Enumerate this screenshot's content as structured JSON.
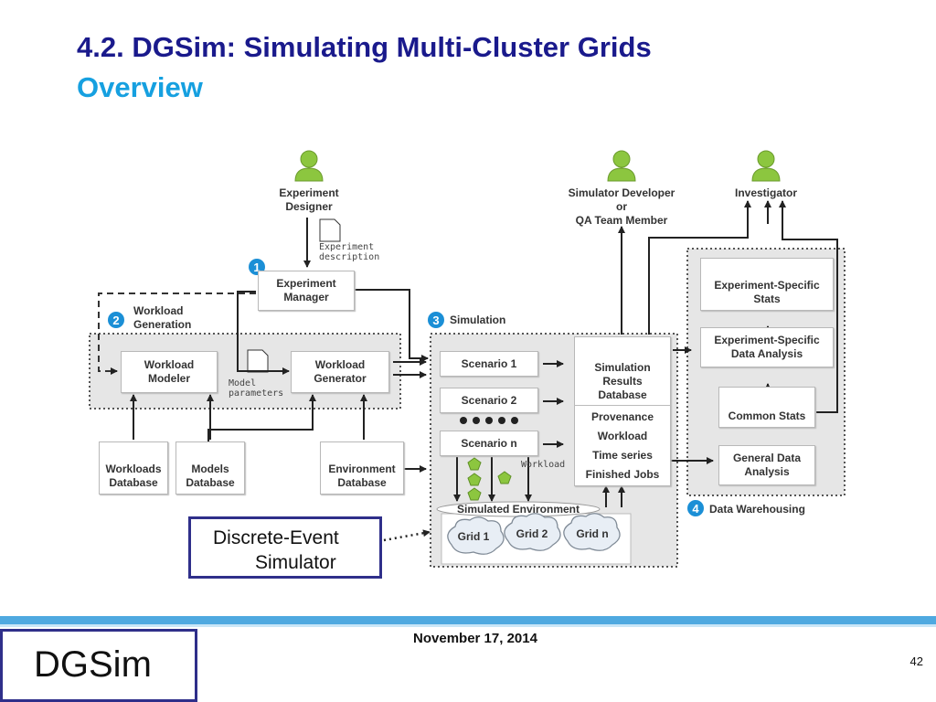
{
  "slide": {
    "title": "4.2. DGSim: Simulating Multi-Cluster Grids",
    "subtitle": "Overview",
    "date": "November 17, 2014",
    "page_number": "42",
    "logo_text": "DGSim",
    "callout": {
      "line1": "Discrete-Event",
      "line2": "Simulator"
    }
  },
  "diagram": {
    "actors": {
      "experiment_designer": "Experiment\nDesigner",
      "simulator_developer": "Simulator Developer\nor\nQA Team Member",
      "investigator": "Investigator"
    },
    "notes": {
      "experiment_description": "Experiment\ndescription",
      "model_parameters": "Model\nparameters",
      "workload": "Workload"
    },
    "badges": [
      "1",
      "2",
      "3",
      "4"
    ],
    "sections": {
      "workload_generation": "Workload\nGeneration",
      "simulation": "Simulation",
      "data_warehousing": "Data Warehousing"
    },
    "boxes": {
      "experiment_manager": "Experiment\nManager",
      "workload_modeler": "Workload\nModeler",
      "workload_generator": "Workload\nGenerator",
      "scenario_1": "Scenario 1",
      "scenario_2": "Scenario 2",
      "scenario_n": "Scenario n",
      "simulation_results_db": "Simulation\nResults\nDatabase",
      "provenance": "Provenance",
      "workload_item": "Workload",
      "time_series": "Time series",
      "finished_jobs": "Finished Jobs",
      "exp_specific_stats": "Experiment-Specific\nStats",
      "exp_specific_analysis": "Experiment-Specific\nData Analysis",
      "common_stats": "Common Stats",
      "general_analysis": "General Data\nAnalysis",
      "workloads_db": "Workloads\nDatabase",
      "models_db": "Models\nDatabase",
      "environment_db": "Environment\nDatabase"
    },
    "simulated_environment": "Simulated Environment",
    "grids": [
      "Grid 1",
      "Grid 2",
      "Grid n"
    ],
    "colors": {
      "actor": "#8cc63f",
      "database": "#f07f1a",
      "badge": "#1b8fd6",
      "section_bg": "#e6e6e6"
    }
  }
}
